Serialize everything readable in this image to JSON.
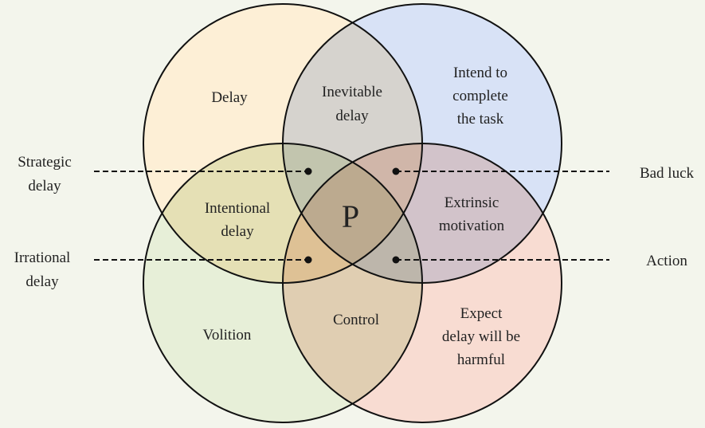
{
  "circles": [
    {
      "name": "top-left",
      "color": "#fdefd6"
    },
    {
      "name": "top-right",
      "color": "#d8e2f6"
    },
    {
      "name": "bottom-left",
      "color": "#e7efd8"
    },
    {
      "name": "bottom-right",
      "color": "#f8dcd2"
    }
  ],
  "labels": {
    "delay": [
      "Delay"
    ],
    "inevitable": [
      "Inevitable",
      "delay"
    ],
    "intend": [
      "Intend to",
      "complete",
      "the task"
    ],
    "intentional": [
      "Intentional",
      "delay"
    ],
    "center": [
      "P"
    ],
    "extrinsic": [
      "Extrinsic",
      "motivation"
    ],
    "volition": [
      "Volition"
    ],
    "control": [
      "Control"
    ],
    "expect": [
      "Expect",
      "delay will be",
      "harmful"
    ]
  },
  "side_labels": {
    "strategic": [
      "Strategic",
      "delay"
    ],
    "irrational": [
      "Irrational",
      "delay"
    ],
    "bad_luck": [
      "Bad luck"
    ],
    "action": [
      "Action"
    ]
  }
}
